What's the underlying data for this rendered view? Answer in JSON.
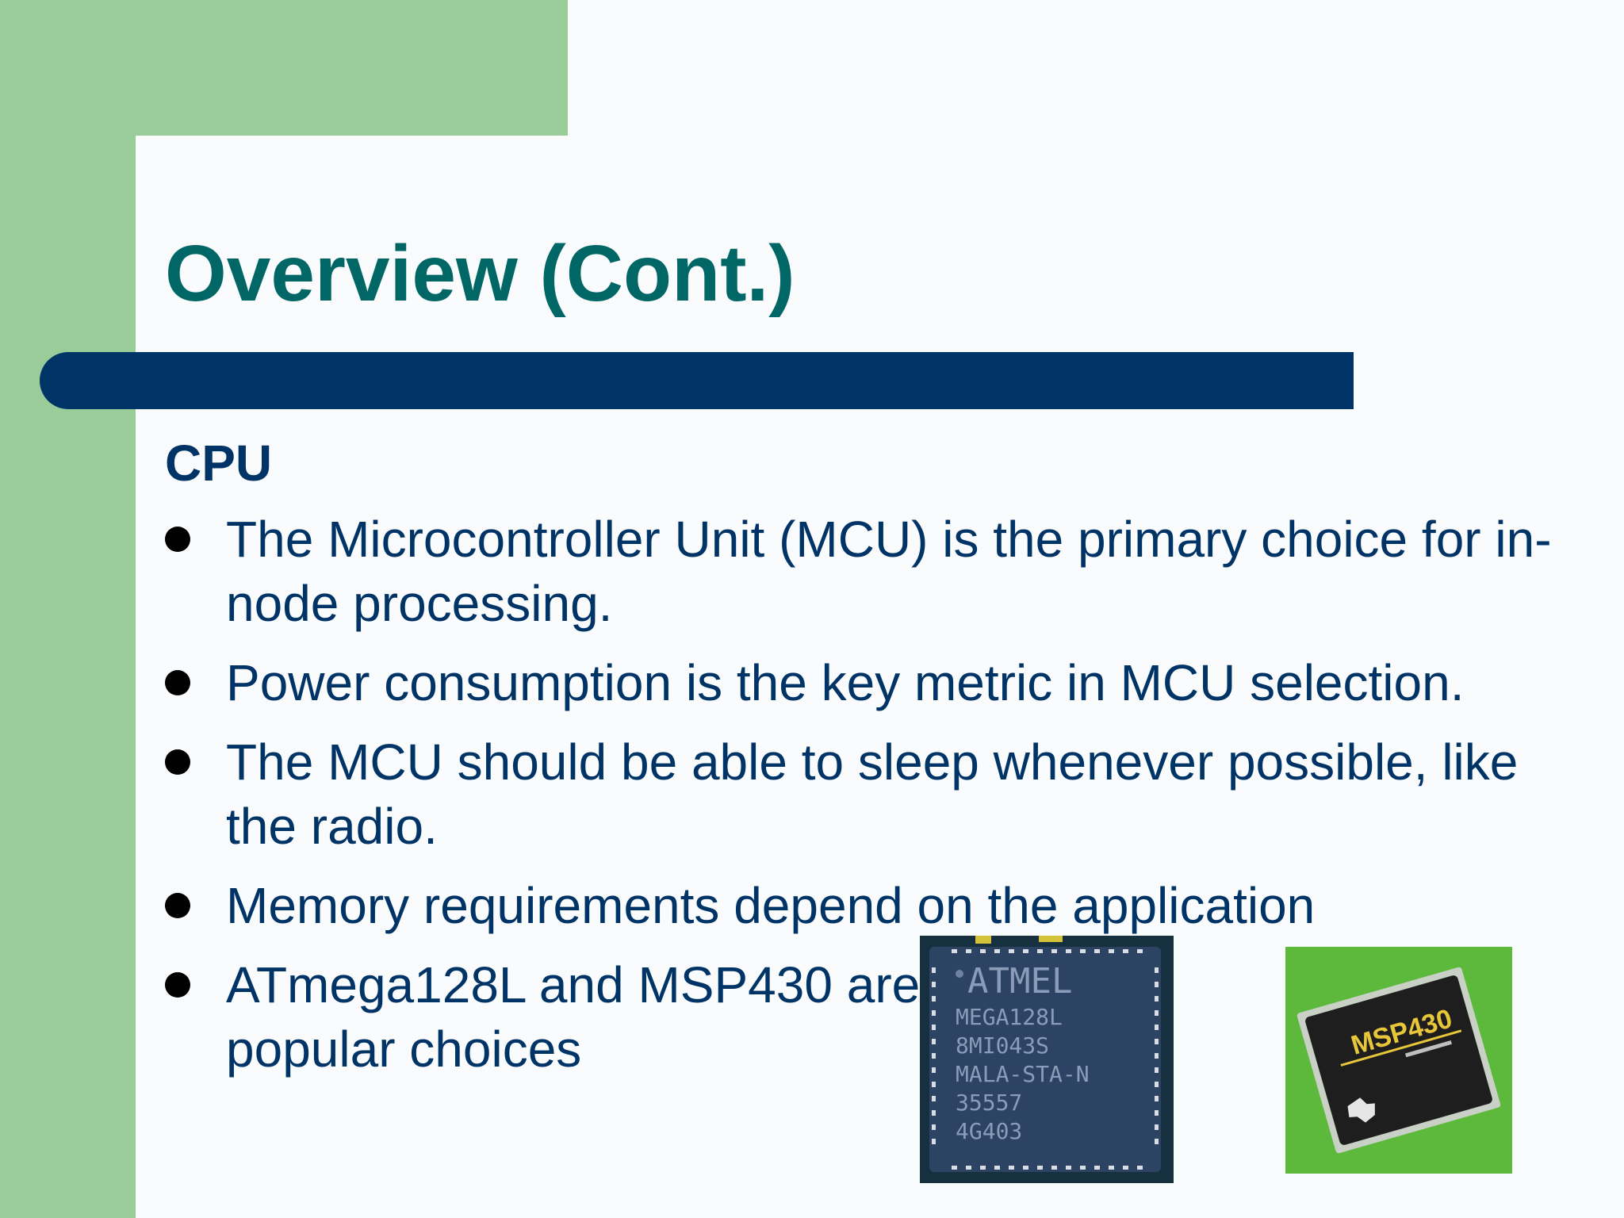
{
  "slide": {
    "title": "Overview (Cont.)",
    "section_heading": "CPU",
    "bullets": [
      "The Microcontroller Unit (MCU) is the primary choice for in-node processing.",
      "Power consumption is the key metric in MCU selection.",
      "The MCU should be able to sleep whenever possible, like the radio.",
      "Memory requirements depend on the application",
      "ATmega128L and MSP430 are popular choices"
    ],
    "images": {
      "atmel": {
        "description_icon": "atmel-chip-photo",
        "lines": [
          "ATMEL",
          "MEGA128L",
          "8MI043S",
          "MALA-STA-N",
          "35557",
          "4G403"
        ]
      },
      "msp430": {
        "description_icon": "msp430-chip-photo",
        "label": "MSP430"
      }
    }
  },
  "colors": {
    "accent_green": "#99cc99",
    "title_teal": "#006666",
    "text_navy": "#003366",
    "bar_navy": "#003366",
    "background": "#fafbfc"
  }
}
